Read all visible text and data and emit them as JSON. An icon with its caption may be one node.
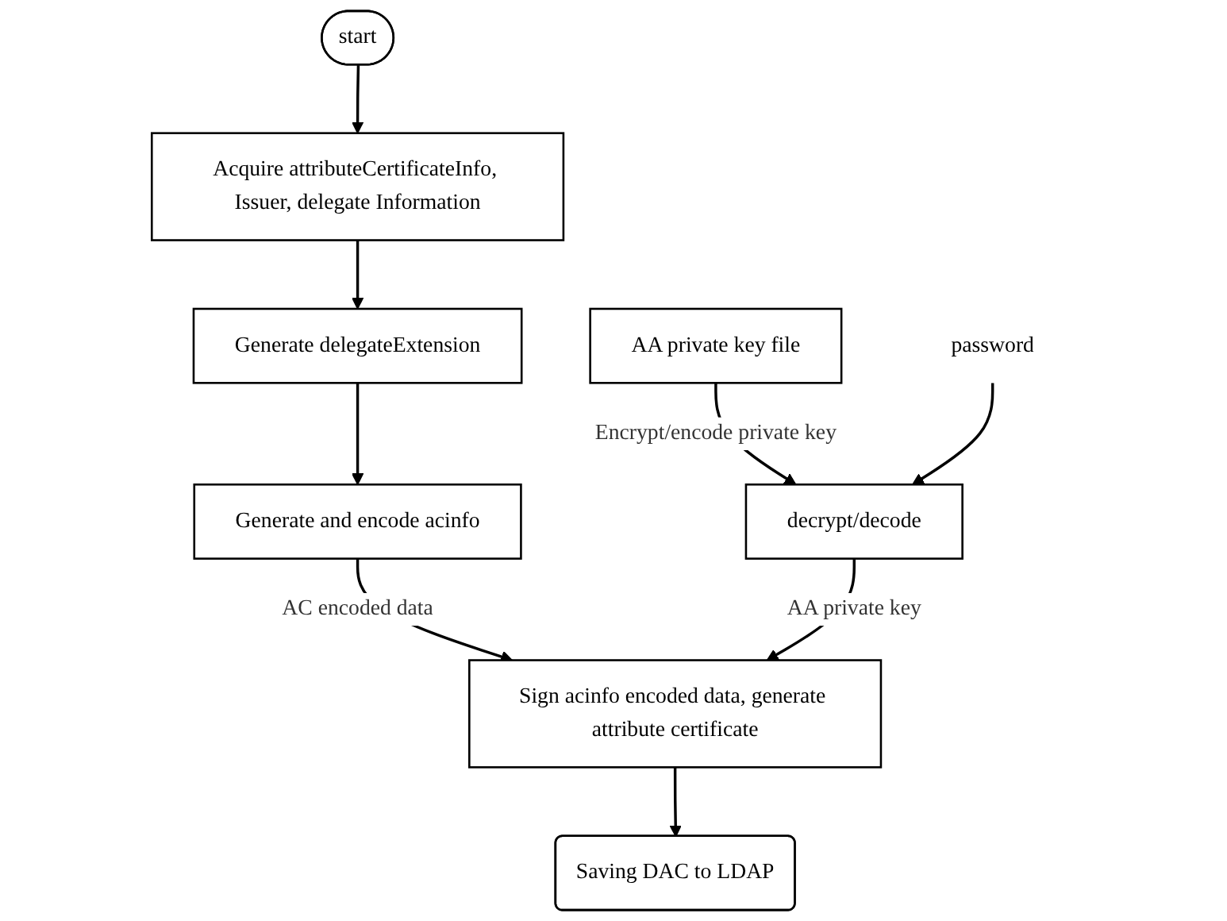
{
  "diagram": {
    "nodes": [
      {
        "text": [
          "start"
        ]
      },
      {
        "text": [
          "Acquire attributeCertificateInfo, Issuer, delegate Information"
        ]
      },
      {
        "text": [
          "Generate delegateExtension"
        ]
      },
      {
        "text": [
          "Generate and encode acinfo"
        ]
      },
      {
        "text": [
          "AA private key file"
        ]
      },
      {
        "text": [
          "decrypt/decode"
        ]
      },
      {
        "text": [
          "password"
        ]
      },
      {
        "text": [
          "Sign acinfo encoded data, generate attribute certificate"
        ]
      },
      {
        "text": [
          "Saving DAC to LDAP"
        ]
      }
    ],
    "edges": [
      {
        "from": 0,
        "to": 1,
        "arrow": "to"
      },
      {
        "from": 1,
        "to": 2,
        "arrow": "to"
      },
      {
        "from": 2,
        "to": 3,
        "arrow": "to"
      },
      {
        "from": 3,
        "to": 7,
        "arrow": "to",
        "label": "AC encoded data"
      },
      {
        "from": 4,
        "to": 5,
        "arrow": "to",
        "label": "Encrypt/encode private key"
      },
      {
        "from": 6,
        "to": 5,
        "arrow": "to"
      },
      {
        "from": 5,
        "to": 7,
        "arrow": "to",
        "label": "AA private key"
      },
      {
        "from": 7,
        "to": 8,
        "arrow": "to"
      }
    ]
  }
}
